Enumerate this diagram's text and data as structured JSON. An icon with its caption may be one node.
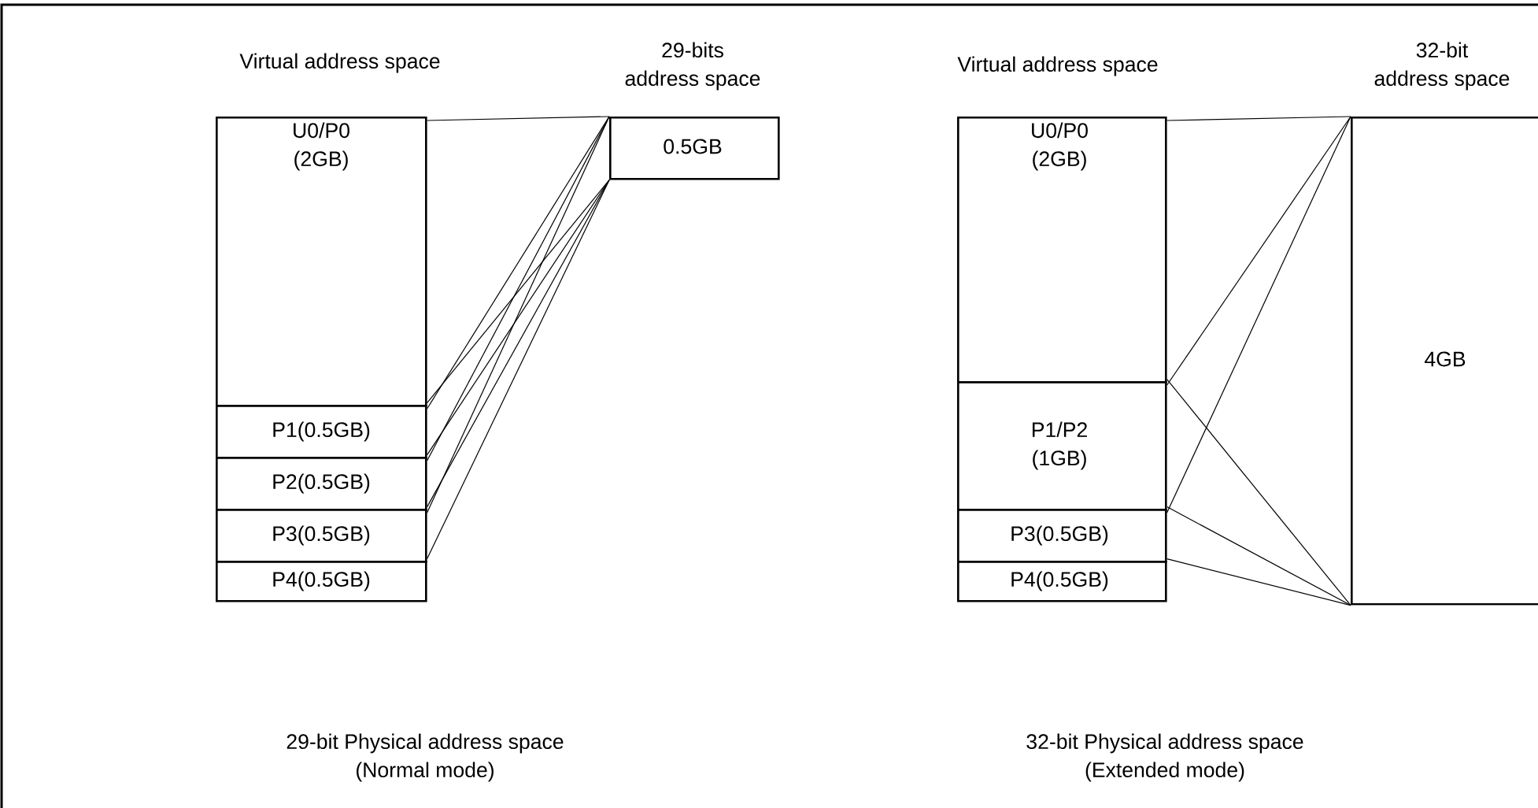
{
  "diagram": {
    "nodes": [
      {
        "text": [
          "U0/P0 (2GB)"
        ]
      },
      {
        "text": [
          "P1(0.5GB)"
        ]
      },
      {
        "text": [
          "P2(0.5GB)"
        ]
      },
      {
        "text": [
          "P3(0.5GB)"
        ]
      },
      {
        "text": [
          "P4(0.5GB)"
        ]
      },
      {
        "text": [
          "29-bits address space",
          "0.5GB"
        ]
      },
      {
        "text": [
          "U0/P0 (2GB)"
        ]
      },
      {
        "text": [
          "P1/P2 (1GB)"
        ]
      },
      {
        "text": [
          "P3(0.5GB)"
        ]
      },
      {
        "text": [
          "P4(0.5GB)"
        ]
      },
      {
        "text": [
          "32-bit address space",
          "4GB"
        ]
      }
    ],
    "edges": [
      {
        "from": 0,
        "to": 5,
        "arrow": "none"
      },
      {
        "from": 0,
        "to": 5,
        "arrow": "none"
      },
      {
        "from": 1,
        "to": 5,
        "arrow": "none"
      },
      {
        "from": 1,
        "to": 5,
        "arrow": "none"
      },
      {
        "from": 2,
        "to": 5,
        "arrow": "none"
      },
      {
        "from": 2,
        "to": 5,
        "arrow": "none"
      },
      {
        "from": 3,
        "to": 5,
        "arrow": "none"
      },
      {
        "from": 3,
        "to": 5,
        "arrow": "none"
      },
      {
        "from": 6,
        "to": 10,
        "arrow": "none"
      },
      {
        "from": 6,
        "to": 10,
        "arrow": "none"
      },
      {
        "from": 7,
        "to": 10,
        "arrow": "none"
      },
      {
        "from": 7,
        "to": 10,
        "arrow": "none"
      },
      {
        "from": 8,
        "to": 10,
        "arrow": "none"
      },
      {
        "from": 8,
        "to": 10,
        "arrow": "none"
      }
    ],
    "labels": [
      "Virtual address space",
      "Virtual address space",
      "29-bit Physical address space (Normal mode)",
      "32-bit Physical address space (Extended mode)"
    ]
  }
}
